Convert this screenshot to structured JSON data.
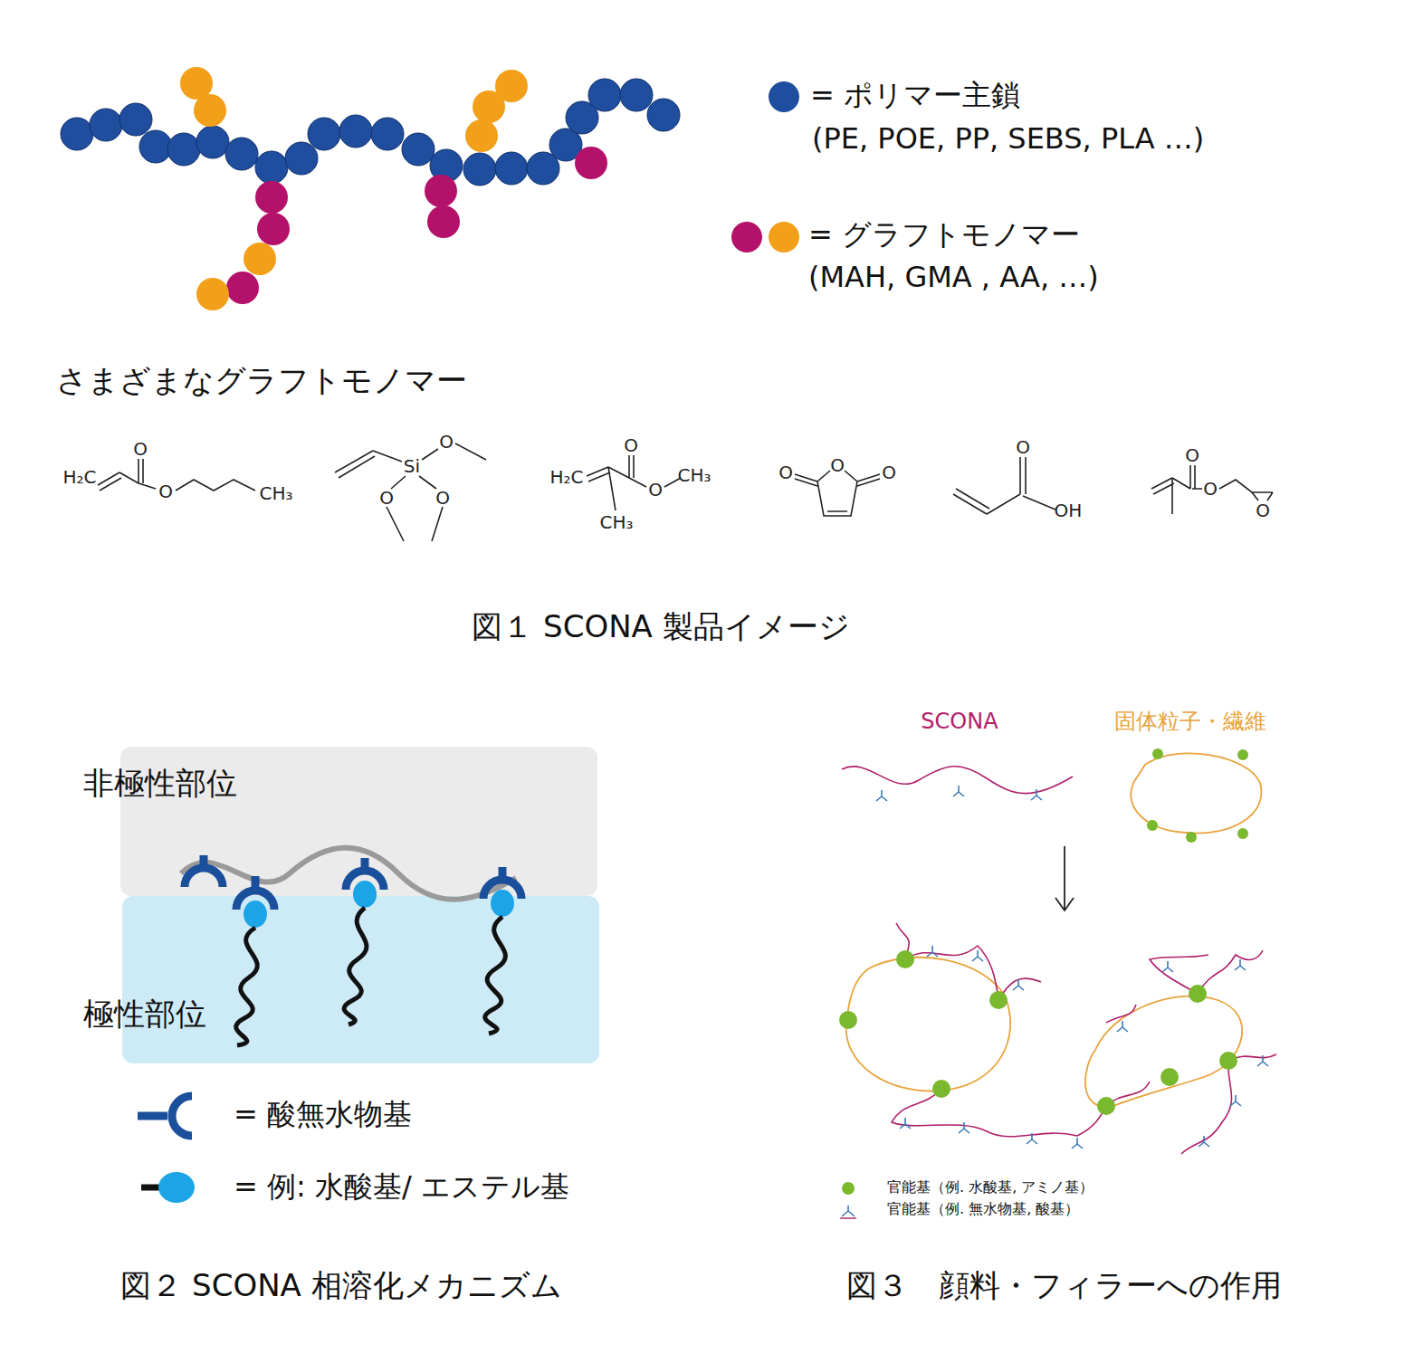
{
  "diagram": {
    "nodes": [
      {
        "text": [
          "非極性部位"
        ]
      },
      {
        "text": [
          "極性部位"
        ]
      }
    ],
    "edges": [],
    "labels": [
      "(PE, POE, PP, SEBS, PLA …)",
      "(MAH, GMA , AA, …)",
      "さまざまなグラフトモノマー",
      "H₂C",
      "O",
      "O",
      "CH₃",
      "O",
      "Si",
      "O",
      "O",
      "H₂C",
      "O",
      "O",
      "CH₃",
      "CH₃",
      "O",
      "O",
      "O",
      "O",
      "OH",
      "O",
      "O",
      "O",
      "図１ SCONA 製品イメージ",
      "SCONA",
      "固体粒子・繊維",
      "図２ SCONA 相溶化メカニズム",
      "図３　顔料・フィラーへの作用"
    ],
    "legend": [
      {
        "text": "= ポリマー主鎖",
        "color": "#1f4e9e"
      },
      {
        "text": "= グラフトモノマー"
      },
      {
        "text": "= 酸無水物基"
      },
      {
        "text": "= 例: 水酸基/ エステル基"
      },
      {
        "text": "官能基（例. 水酸基, アミノ基）",
        "color": "#7ab82e"
      },
      {
        "text": "官能基（例. 無水物基, 酸基）"
      }
    ]
  }
}
